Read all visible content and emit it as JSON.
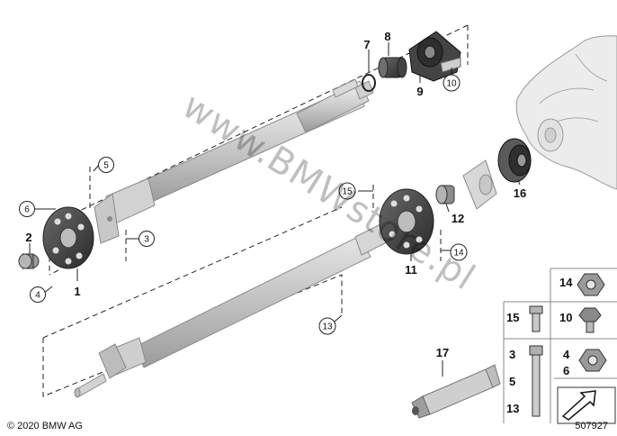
{
  "diagram": {
    "callouts": {
      "c1": "1",
      "c2": "2",
      "c3": "3",
      "c4": "4",
      "c5": "5",
      "c6": "6",
      "c7": "7",
      "c8": "8",
      "c9": "9",
      "c10": "10",
      "c11": "11",
      "c12": "12",
      "c13": "13",
      "c14": "14",
      "c15": "15",
      "c16": "16",
      "c17": "17"
    },
    "legend": {
      "r1": "14",
      "r2": "15",
      "r3": "10",
      "r4a": "3",
      "r4b": "5",
      "r4c": "13",
      "r5a": "4",
      "r5b": "6"
    },
    "copyright": "© 2020 BMW AG",
    "diagram_number": "507927",
    "watermark": "www.BMWstore.pl"
  }
}
